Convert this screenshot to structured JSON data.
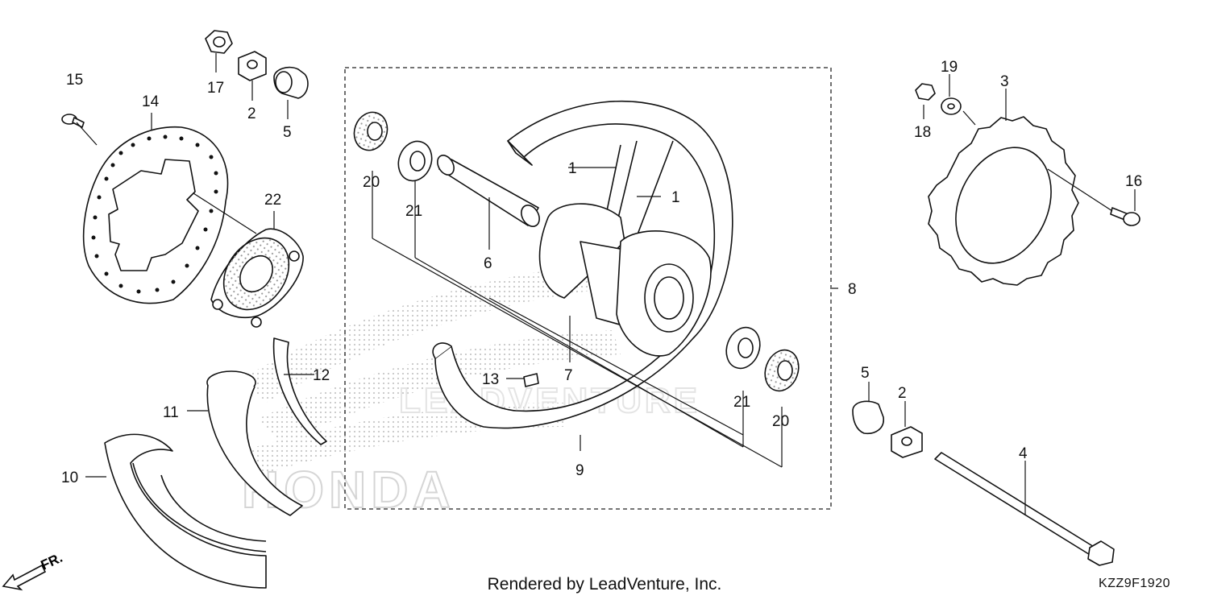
{
  "footer": {
    "rendered_by": "Rendered by LeadVenture, Inc."
  },
  "diagram_code": "KZZ9F1920",
  "watermark": {
    "brand": "HONDA",
    "vendor": "LEADVENTURE"
  },
  "direction_marker": "FR.",
  "callouts": {
    "c15": "15",
    "c14": "14",
    "c17": "17",
    "c2a": "2",
    "c5a": "5",
    "c22": "22",
    "c12": "12",
    "c11": "11",
    "c10": "10",
    "c20a": "20",
    "c21a": "21",
    "c6": "6",
    "c1a": "1",
    "c1b": "1",
    "c7": "7",
    "c13": "13",
    "c9": "9",
    "c21b": "21",
    "c20b": "20",
    "c8": "8",
    "c19": "19",
    "c3": "3",
    "c18": "18",
    "c16": "16",
    "c5b": "5",
    "c2b": "2",
    "c4": "4"
  }
}
